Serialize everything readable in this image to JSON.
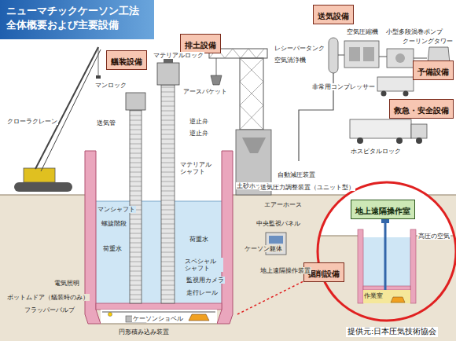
{
  "diagram": {
    "title": "ニューマチックケーソン工法 全体概要および主要設備",
    "caption": "提供元:日本圧気技術協会",
    "nodes": [
      {
        "text": [
          "送気設備"
        ]
      },
      {
        "text": [
          "排土設備"
        ]
      },
      {
        "text": [
          "艤装設備"
        ]
      },
      {
        "text": [
          "予備設備"
        ]
      },
      {
        "text": [
          "救急・安全設備"
        ]
      },
      {
        "text": [
          "地上遠隔操作室"
        ]
      },
      {
        "text": [
          "掘削設備"
        ]
      }
    ],
    "labels": [
      "クローラクレーン",
      "マンロック",
      "送気管",
      "マテリアルロック",
      "アースバケット",
      "レシーバータンク",
      "空気清浄機",
      "空気圧縮機",
      "小型多段渦巻ポンプ",
      "クーリングタワー",
      "非常用コンプレッサー",
      "ホスピタルロック",
      "逆止弁",
      "逆止弁",
      "マンシャフト",
      "螺旋階段",
      "荷重水",
      "荷重水",
      "マテリアル シャフト",
      "スペシャル シャフト",
      "ケーソン躯体",
      "土砂ホッパー",
      "自動減圧装置",
      "送気圧力調整装置（ユニット型）",
      "エアーホース",
      "中央監視パネル",
      "地上遠隔操作装置",
      "電気照明",
      "監視用カメラ",
      "走行レール",
      "ボットムドア（艤装時のみ）",
      "フラッパーバルブ",
      "円形積み込み装置",
      "ケーソンショベル",
      "高圧の空気",
      "作業室"
    ]
  }
}
